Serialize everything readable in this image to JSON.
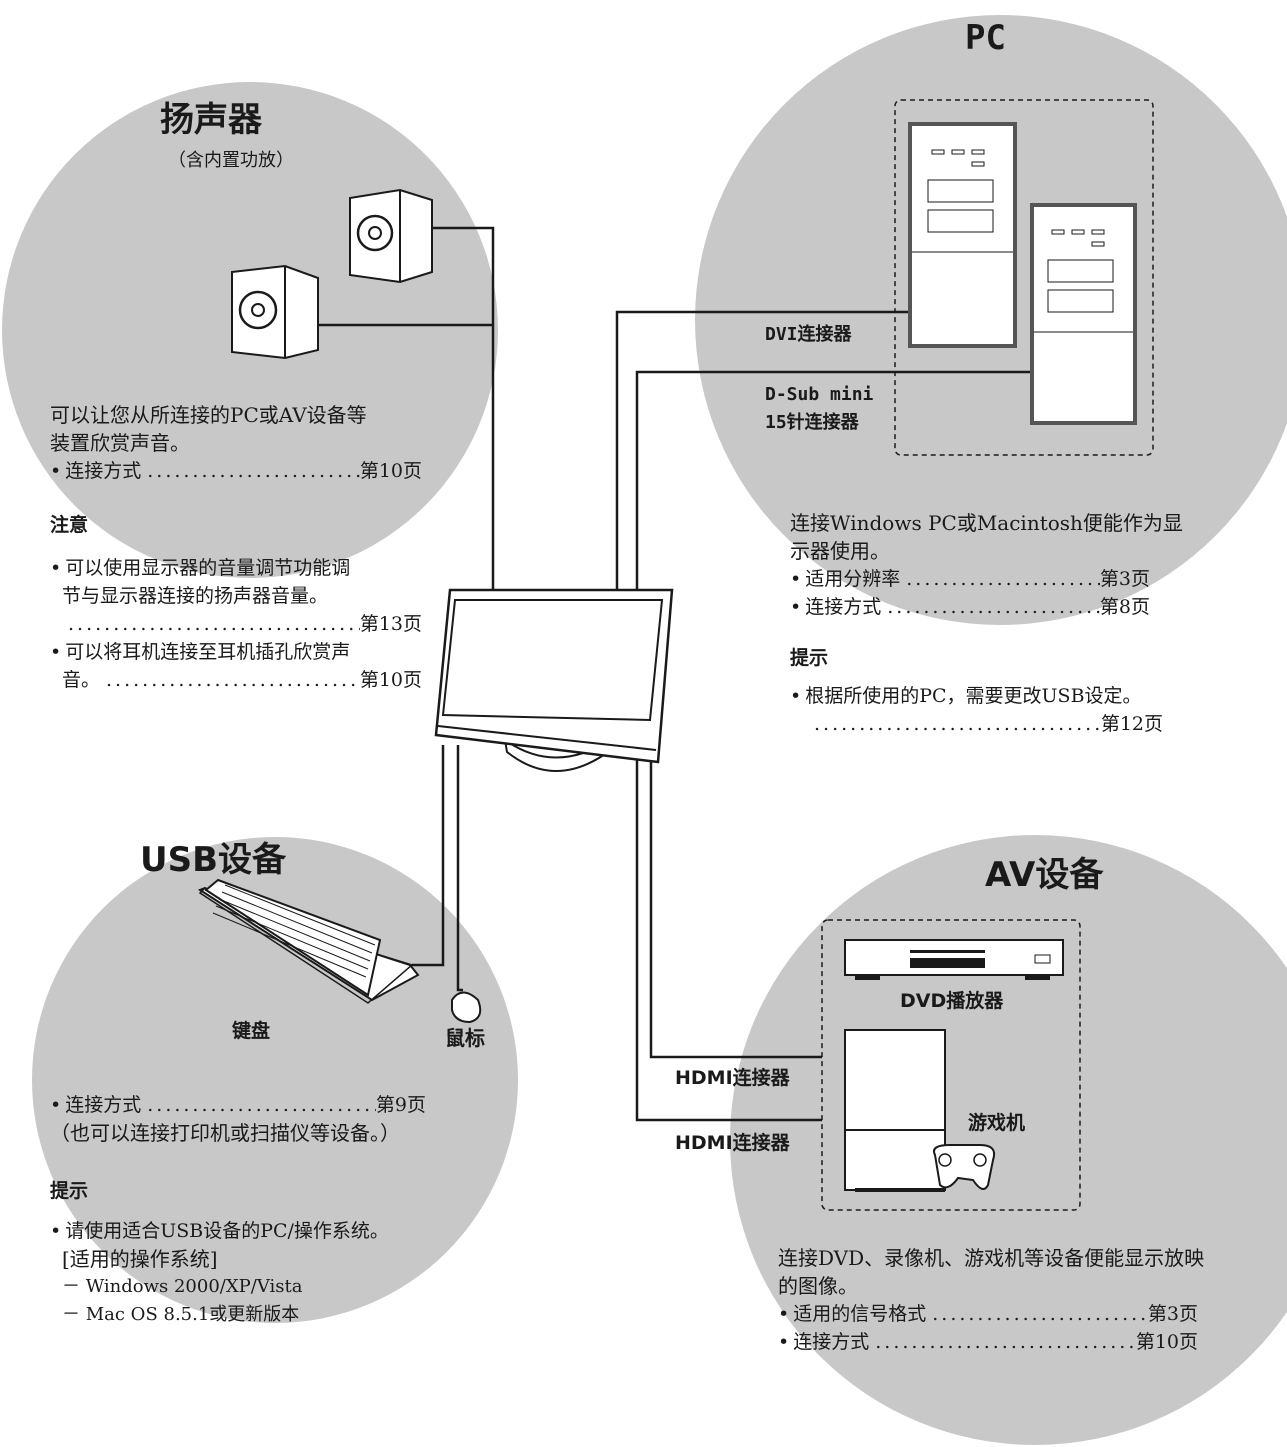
{
  "speakers": {
    "title": "扬声器",
    "subtitle": "（含内置功放）",
    "desc_line1": "可以让您从所连接的PC或AV设备等",
    "desc_line2": "装置欣赏声音。",
    "connect_label": "连接方式",
    "connect_page": "第10页",
    "note_heading": "注意",
    "note1_line1": "可以使用显示器的音量调节功能调",
    "note1_line2": "节与显示器连接的扬声器音量。",
    "note1_page": "第13页",
    "note2_line1": "可以将耳机连接至耳机插孔欣赏声",
    "note2_line2": "音。",
    "note2_page": "第10页"
  },
  "pc": {
    "title": "PC",
    "dvi_label": "DVI连接器",
    "dsub_line1": "D-Sub mini",
    "dsub_line2": "15针连接器",
    "desc_line1": "连接Windows PC或Macintosh便能作为显",
    "desc_line2": "示器使用。",
    "res_label": "适用分辨率",
    "res_page": "第3页",
    "connect_label": "连接方式",
    "connect_page": "第8页",
    "hint_heading": "提示",
    "hint_line1": "根据所使用的PC，需要更改USB设定。",
    "hint_page": "第12页"
  },
  "usb": {
    "title": "USB设备",
    "keyboard_label": "键盘",
    "mouse_label": "鼠标",
    "connect_label": "连接方式",
    "connect_page": "第9页",
    "connect_note": "（也可以连接打印机或扫描仪等设备。）",
    "hint_heading": "提示",
    "hint_line1": "请使用适合USB设备的PC/操作系统。",
    "hint_line2": "[适用的操作系统]",
    "os1": "－ Windows 2000/XP/Vista",
    "os2": "－ Mac OS 8.5.1或更新版本"
  },
  "av": {
    "title": "AV设备",
    "dvd_label": "DVD播放器",
    "game_label": "游戏机",
    "hdmi1_label": "HDMI连接器",
    "hdmi2_label": "HDMI连接器",
    "desc_line1": "连接DVD、录像机、游戏机等设备便能显示放映",
    "desc_line2": "的图像。",
    "signal_label": "适用的信号格式",
    "signal_page": "第3页",
    "connect_label": "连接方式",
    "connect_page": "第10页"
  },
  "colors": {
    "circle": "#c8c8c8",
    "line": "#1a1a1a"
  }
}
